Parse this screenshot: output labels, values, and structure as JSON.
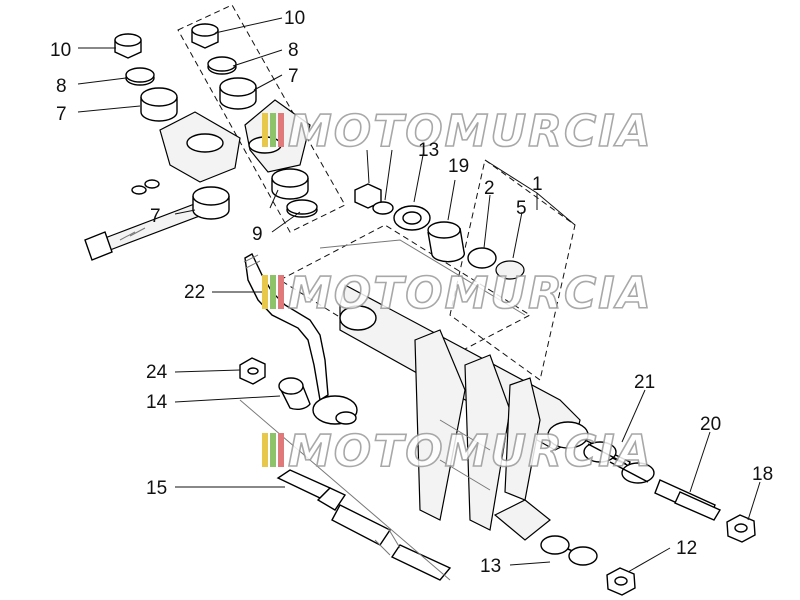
{
  "diagram": {
    "labels": [
      "10",
      "8",
      "7",
      "7",
      "9",
      "10",
      "8",
      "7",
      "13",
      "19",
      "2",
      "1",
      "5",
      "22",
      "24",
      "14",
      "21",
      "20",
      "18",
      "15",
      "13",
      "12"
    ],
    "watermark": "MOTOMURCIA",
    "watermark_colors": [
      "#e8c84a",
      "#8fc36a",
      "#e07a7a"
    ]
  }
}
